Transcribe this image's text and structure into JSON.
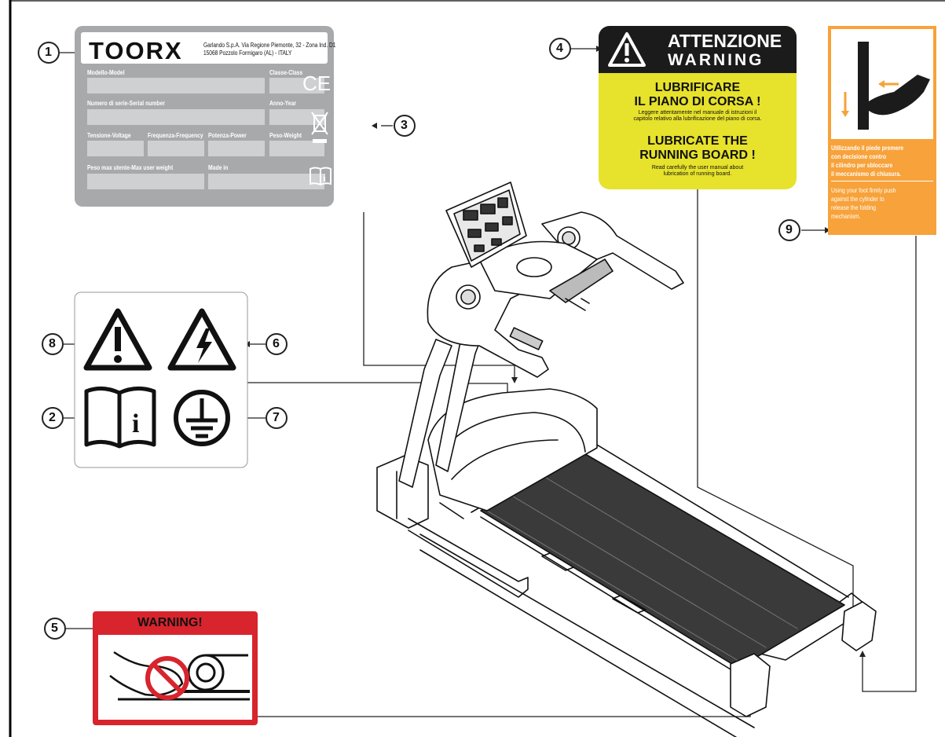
{
  "callouts": [
    "1",
    "2",
    "3",
    "4",
    "5",
    "6",
    "7",
    "8",
    "9"
  ],
  "label1": {
    "brand": "TOORX",
    "address_line1": "Garlando S.p.A. Via Regione Piemonte, 32 - Zona Ind. D1",
    "address_line2": "15068 Pozzolo Formigaro (AL) - ITALY",
    "fields": {
      "model": "Modello-Model",
      "class": "Classe-Class",
      "serial": "Numero di serie-Serial number",
      "year": "Anno-Year",
      "voltage": "Tensione-Voltage",
      "frequency": "Frequenza-Frequency",
      "power": "Potenza-Power",
      "weight": "Peso-Weight",
      "max_user_weight": "Peso max utente-Max user weight",
      "made_in": "Made in"
    },
    "ce_mark": "CE"
  },
  "label4": {
    "header_line1": "ATTENZIONE",
    "header_line2": "WARNING",
    "it_title_line1": "LUBRIFICARE",
    "it_title_line2": "IL PIANO DI CORSA !",
    "it_text_line1": "Leggere attentamente nel manuale di istruzioni il",
    "it_text_line2": "capitolo relativo alla lubrificazione del piano di corsa.",
    "en_title_line1": "LUBRICATE THE",
    "en_title_line2": "RUNNING BOARD !",
    "en_text_line1": "Read carefully the user manual about",
    "en_text_line2": "lubrication of running board."
  },
  "label5": {
    "header": "WARNING!"
  },
  "label9": {
    "it_lines": [
      "Utilizzando il piede premere",
      "con decisione contro",
      "il cilindro per sbloccare",
      "il meccanismo di chiusura."
    ],
    "en_lines": [
      "Using your foot firmly push",
      "against the cylinder to",
      "release the folding",
      "mechanism."
    ]
  },
  "colors": {
    "label_grey": "#a8a9ab",
    "field_grey": "#cfd0d2",
    "warning_yellow": "#e7e22b",
    "warning_black": "#1b1b1b",
    "folding_orange": "#f7a23a",
    "warning_red": "#d8242d"
  }
}
